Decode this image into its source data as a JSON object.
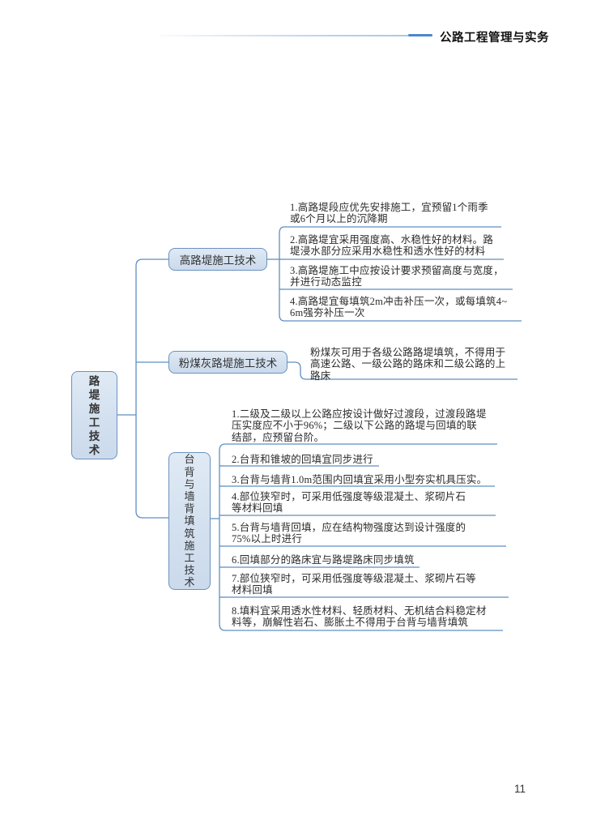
{
  "header": {
    "title": "公路工程管理与实务"
  },
  "footer": {
    "page_number": "11"
  },
  "colors": {
    "node_fill": "#d3e0ef",
    "node_border": "#6b92be",
    "connector_line": "#5e8fc0",
    "text": "#2b2b2b",
    "header_rule_cap": "#4d88c8"
  },
  "mindmap": {
    "root": {
      "label": "路堤施工技术"
    },
    "branches": [
      {
        "label": "高路堤施工技术",
        "leaves": [
          "1.高路堤段应优先安排施工，宜预留1个雨季\n或6个月以上的沉降期",
          "2.高路堤宜采用强度高、水稳性好的材料。路\n堤浸水部分应采用水稳性和透水性好的材料",
          "3.高路堤施工中应按设计要求预留高度与宽度，\n并进行动态监控",
          "4.高路堤宜每填筑2m冲击补压一次，或每填筑4~\n6m强夯补压一次"
        ]
      },
      {
        "label": "粉煤灰路堤施工技术",
        "leaves": [
          "粉煤灰可用于各级公路路堤填筑，不得用于\n高速公路、一级公路的路床和二级公路的上\n路床"
        ]
      },
      {
        "label": "台背与墙背填筑施工技术",
        "leaves": [
          "1.二级及二级以上公路应按设计做好过渡段，过渡段路堤\n压实度应不小于96%；二级以下公路的路堤与回填的联\n结部，应预留台阶。",
          "2.台背和锥坡的回填宜同步进行",
          "3.台背与墙背1.0m范围内回填宜采用小型夯实机具压实。",
          "4.部位狭窄时，可采用低强度等级混凝土、浆砌片石\n等材料回填",
          "5.台背与墙背回填，应在结构物强度达到设计强度的\n75%以上时进行",
          "6.回填部分的路床宜与路堤路床同步填筑",
          "7.部位狭窄时，可采用低强度等级混凝土、浆砌片石等\n材料回填",
          "8.填料宜采用透水性材料、轻质材料、无机结合料稳定材\n料等，崩解性岩石、膨胀土不得用于台背与墙背填筑"
        ]
      }
    ]
  }
}
